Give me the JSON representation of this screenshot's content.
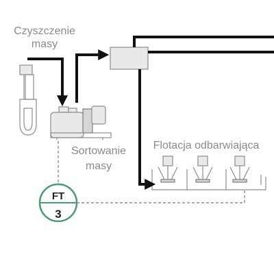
{
  "labels": {
    "cleaning_line1": "Czyszczenie",
    "cleaning_line2": "masy",
    "sorting_line1": "Sortowanie",
    "sorting_line2": "masy",
    "flotation": "Flotacja odbarwiająca"
  },
  "instrument": {
    "function": "FT",
    "number": "3",
    "ring_color": "#4a9a72"
  },
  "colors": {
    "pipe": "#111111",
    "equipment_stroke": "#8c8c8c",
    "label_text": "#8a8a8a",
    "signal_line": "#777777"
  }
}
